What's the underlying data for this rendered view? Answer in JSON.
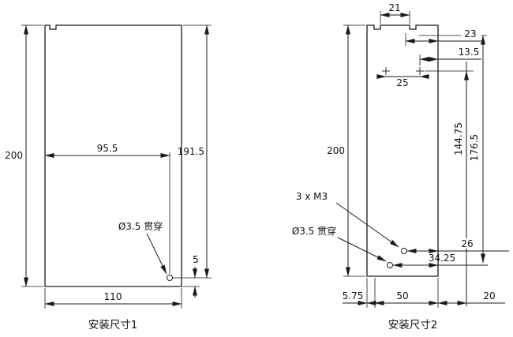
{
  "diagram1": {
    "title": "安装尺寸1",
    "dim_height": "200",
    "dim_hole_x": "95.5",
    "dim_hole_y": "191.5",
    "hole_label": "Ø3.5 贯穿",
    "dim_hole_bottom": "5",
    "dim_width": "110"
  },
  "diagram2": {
    "title": "安装尺寸2",
    "dim_notch_span": "21",
    "dim_23": "23",
    "dim_13_5": "13.5",
    "dim_25": "25",
    "dim_height": "200",
    "dim_144_75": "144.75",
    "dim_176_5": "176.5",
    "m3_label": "3 x M3",
    "hole_label": "Ø3.5 贯穿",
    "dim_26": "26",
    "dim_34_25": "34.25",
    "dim_5_75": "5.75",
    "dim_width": "50",
    "dim_20": "20"
  }
}
